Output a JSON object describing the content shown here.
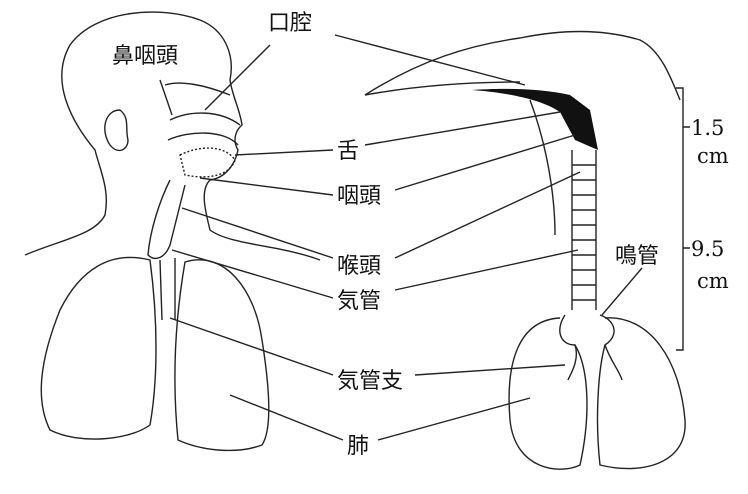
{
  "labels": {
    "nasopharynx": "鼻咽頭",
    "oral_cavity": "口腔",
    "tongue": "舌",
    "pharynx": "咽頭",
    "larynx": "喉頭",
    "trachea": "気管",
    "bronchus": "気管支",
    "lung": "肺",
    "syrinx": "鳴管"
  },
  "scale": {
    "upper_value": "1.5",
    "upper_unit": "cm",
    "lower_value": "9.5",
    "lower_unit": "cm"
  }
}
